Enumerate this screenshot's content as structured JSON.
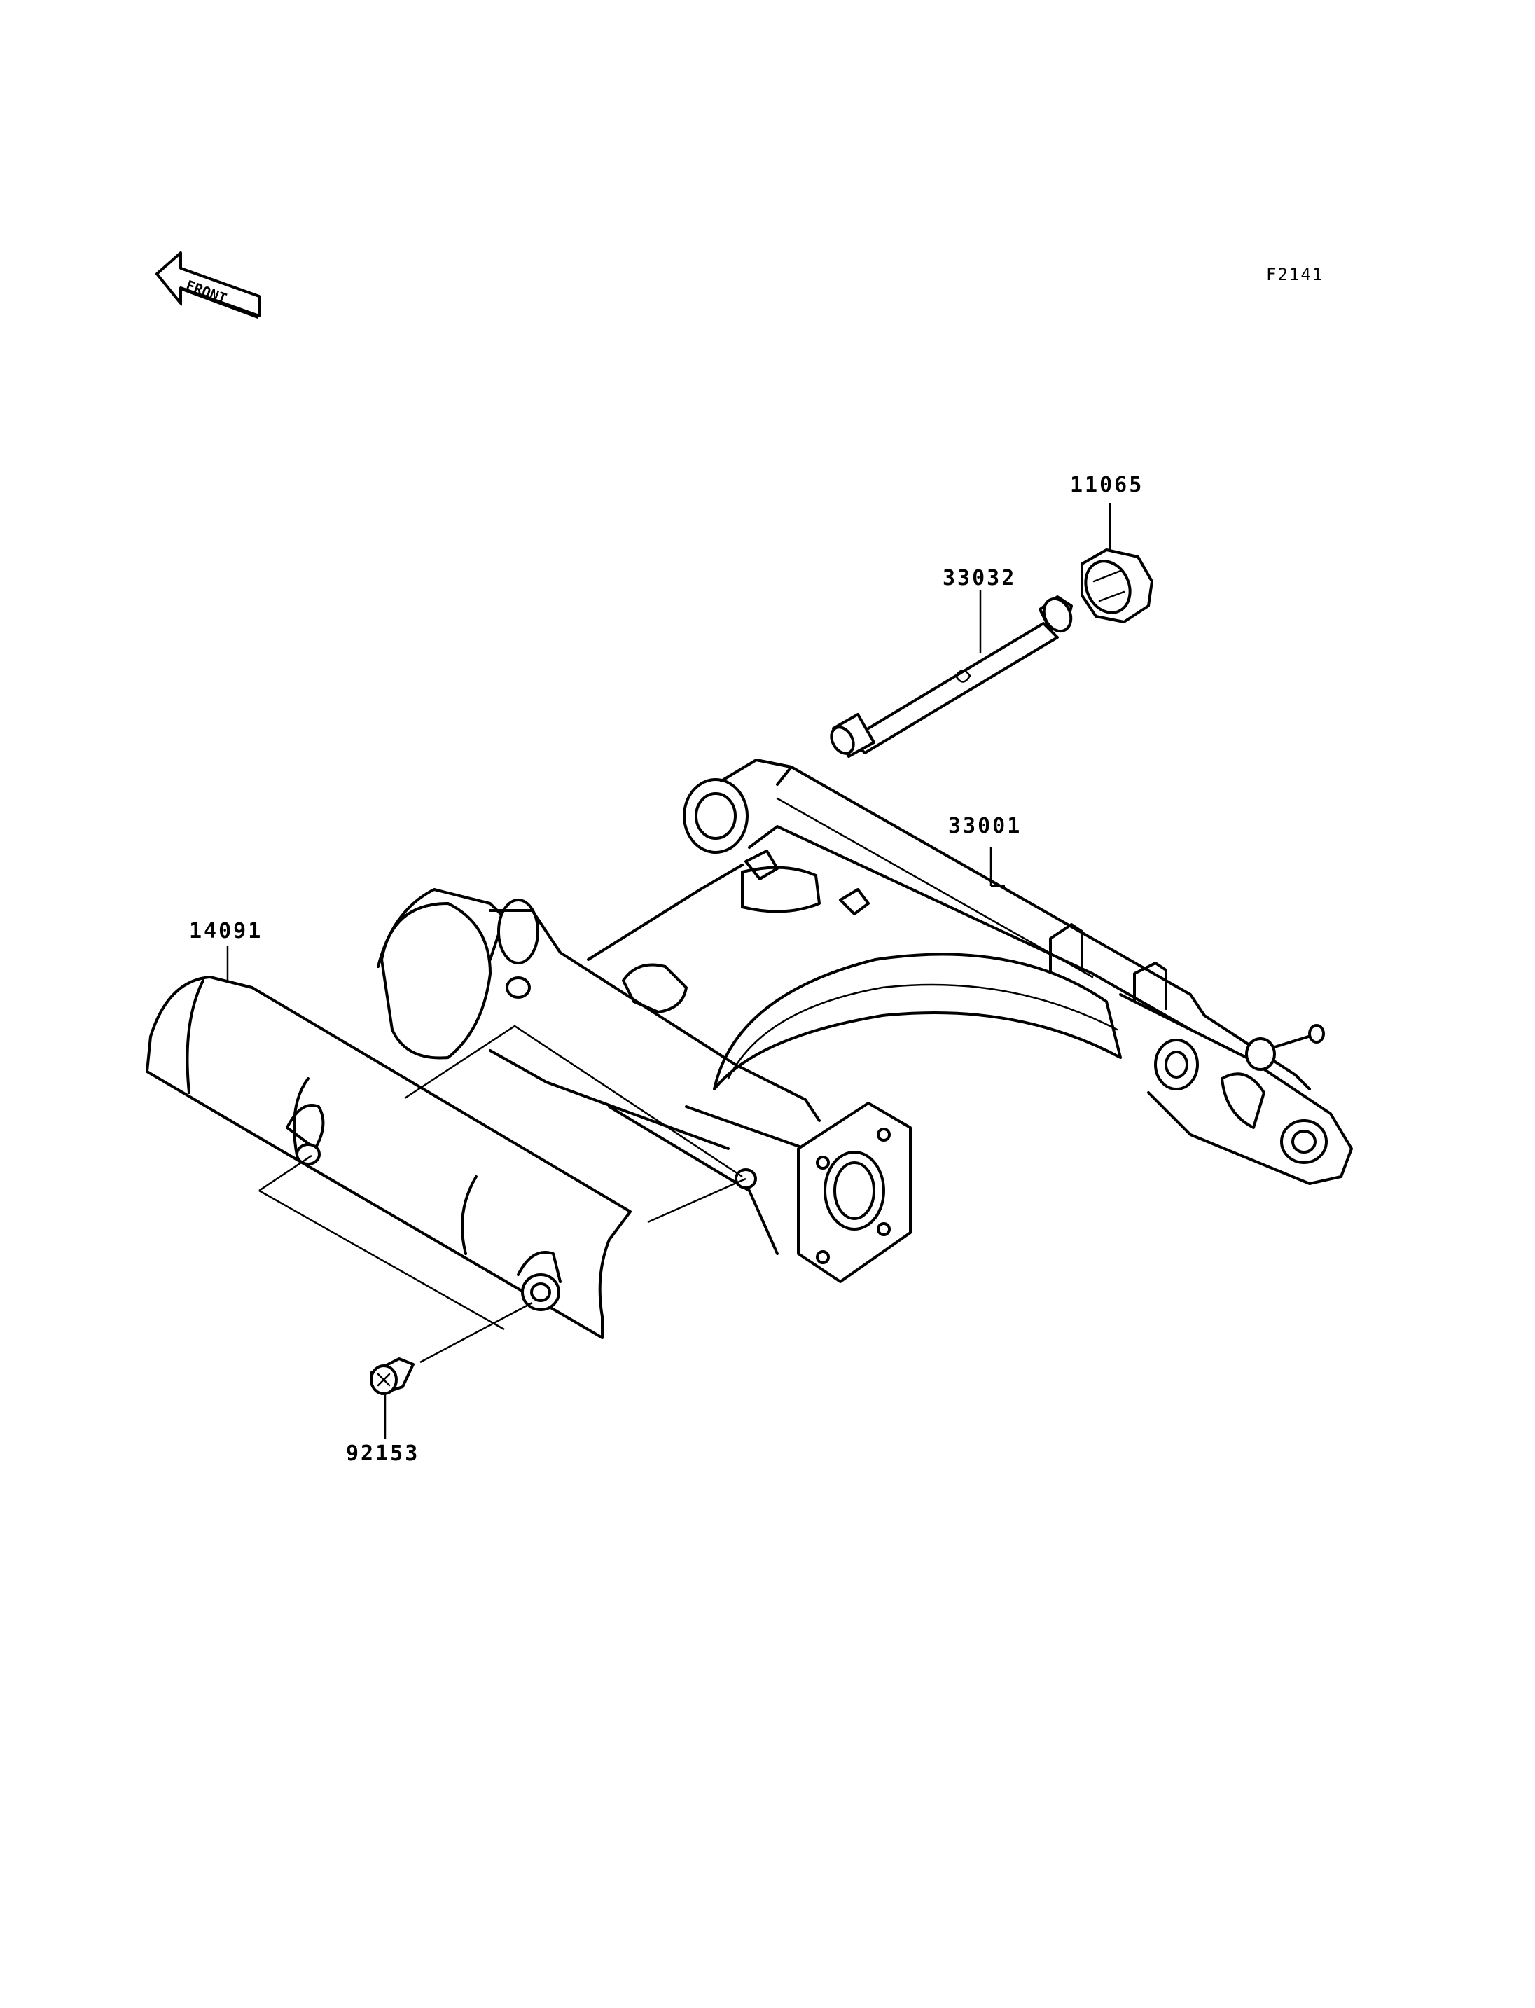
{
  "figure_code": "F2141",
  "front_arrow_text": "FRONT",
  "parts": [
    {
      "number": "11065",
      "name": "bushing-cap"
    },
    {
      "number": "33032",
      "name": "pivot-shaft"
    },
    {
      "number": "33001",
      "name": "swingarm"
    },
    {
      "number": "14091",
      "name": "cover"
    },
    {
      "number": "92153",
      "name": "bolt"
    }
  ]
}
